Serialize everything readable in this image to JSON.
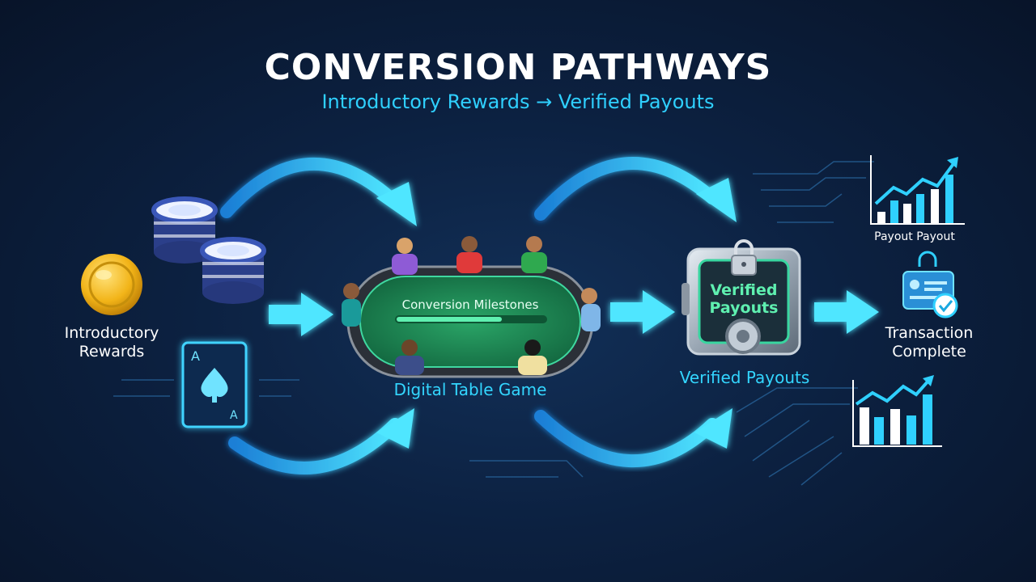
{
  "header": {
    "title": "CONVERSION PATHWAYS",
    "subtitle": "Introductory Rewards → Verified Payouts"
  },
  "nodes": {
    "rewards": {
      "label_line1": "Introductory",
      "label_line2": "Rewards"
    },
    "table": {
      "label": "Digital Table Game",
      "felt_text": "Conversion Milestones"
    },
    "vault": {
      "screen_line1": "Verified",
      "screen_line2": "Payouts",
      "label": "Verified Payouts"
    },
    "transaction": {
      "label_line1": "Transaction",
      "label_line2": "Complete"
    },
    "payout_chart": {
      "label": "Payout Payout"
    }
  },
  "colors": {
    "accent_cyan": "#2fd0ff",
    "background": "#0a1a33",
    "felt_green": "#1f8a55",
    "coin_gold": "#f2b418"
  }
}
